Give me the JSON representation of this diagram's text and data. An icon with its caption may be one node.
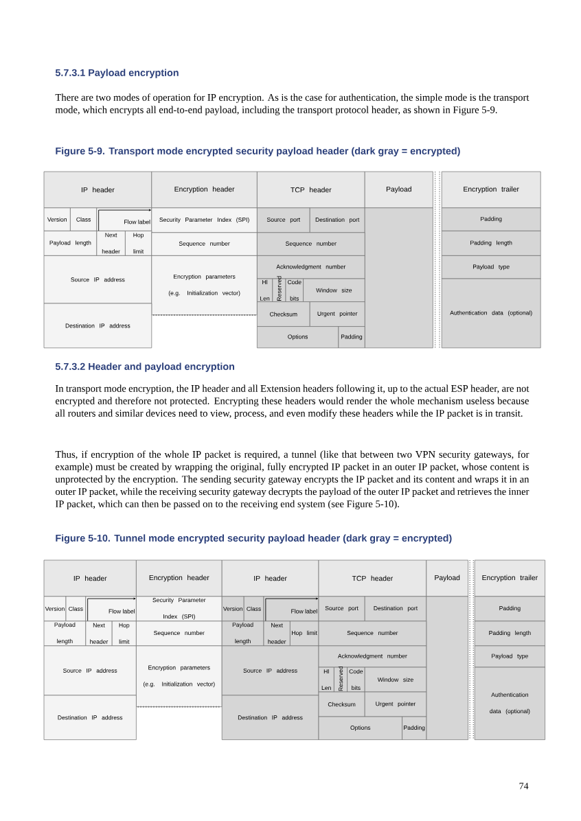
{
  "diagram": {
    "nodes": [
      {
        "text": [
          "IP header"
        ]
      },
      {
        "text": [
          "Encryption header"
        ]
      },
      {
        "text": [
          "TCP header"
        ]
      },
      {
        "text": [
          "Payload"
        ]
      },
      {
        "text": [
          "Encryption trailer"
        ]
      },
      {
        "text": [
          "Version"
        ]
      },
      {
        "text": [
          "Class"
        ]
      },
      {
        "text": [
          "Flow label"
        ]
      },
      {
        "text": [
          "Security Parameter Index (SPI)"
        ]
      },
      {
        "text": [
          "Source port"
        ]
      },
      {
        "text": [
          "Destination port"
        ]
      },
      {
        "text": [],
        "shape": "box"
      },
      {
        "text": [
          "Padding"
        ]
      },
      {
        "text": [
          "Payload length"
        ]
      },
      {
        "text": [
          "Next header"
        ]
      },
      {
        "text": [
          "Hop limit"
        ]
      },
      {
        "text": [
          "Sequence number"
        ]
      },
      {
        "text": [
          "Sequence number"
        ]
      },
      {
        "text": [
          "Padding length"
        ]
      },
      {
        "text": [
          "Source IP address"
        ]
      },
      {
        "text": [
          "Encryption parameters (e.g. Initialization vector)"
        ]
      },
      {
        "text": [
          "Acknowledgment number"
        ]
      },
      {
        "text": [
          "Payload type"
        ]
      },
      {
        "text": [
          "Hl Len"
        ]
      },
      {
        "text": [
          "Reserved"
        ]
      },
      {
        "text": [
          "Code bits"
        ]
      },
      {
        "text": [
          "Window size"
        ]
      },
      {
        "text": [
          "Authentication data (optional)"
        ]
      },
      {
        "text": [
          "Destination IP address"
        ]
      },
      {
        "text": [
          "Checksum"
        ]
      },
      {
        "text": [
          "Urgent pointer"
        ]
      },
      {
        "text": [
          "Options"
        ]
      },
      {
        "text": [
          "Padding"
        ]
      },
      {
        "text": [
          "IP header"
        ]
      },
      {
        "text": [
          "Encryption header"
        ]
      },
      {
        "text": [
          "IP header"
        ]
      },
      {
        "text": [
          "TCP header"
        ]
      },
      {
        "text": [
          "Payload"
        ]
      },
      {
        "text": [
          "Encryption trailer"
        ]
      },
      {
        "text": [
          "Version"
        ]
      },
      {
        "text": [
          "Class"
        ]
      },
      {
        "text": [
          "Flow label"
        ]
      },
      {
        "text": [
          "Security Parameter Index (SPI)"
        ]
      },
      {
        "text": [
          "Version"
        ]
      },
      {
        "text": [
          "Class"
        ]
      },
      {
        "text": [
          "Flow label"
        ]
      },
      {
        "text": [
          "Source port"
        ]
      },
      {
        "text": [
          "Destination port"
        ]
      },
      {
        "text": [],
        "shape": "box"
      },
      {
        "text": [
          "Padding"
        ]
      },
      {
        "text": [
          "Payload length"
        ]
      },
      {
        "text": [
          "Next header"
        ]
      },
      {
        "text": [
          "Hop limit"
        ]
      },
      {
        "text": [
          "Sequence number"
        ]
      },
      {
        "text": [
          "Payload length"
        ]
      },
      {
        "text": [
          "Next header"
        ]
      },
      {
        "text": [
          "Hop limit"
        ]
      },
      {
        "text": [
          "Sequence number"
        ]
      },
      {
        "text": [
          "Padding length"
        ]
      },
      {
        "text": [
          "Source IP address"
        ]
      },
      {
        "text": [
          "Encryption parameters (e.g. Initialization vector)"
        ]
      },
      {
        "text": [
          "Source IP address"
        ]
      },
      {
        "text": [
          "Acknowledgment number"
        ]
      },
      {
        "text": [
          "Payload type"
        ]
      },
      {
        "text": [
          "Hl Len"
        ]
      },
      {
        "text": [
          "Reserved"
        ]
      },
      {
        "text": [
          "Code bits"
        ]
      },
      {
        "text": [
          "Window size"
        ]
      },
      {
        "text": [
          "Authentication data (optional)"
        ]
      },
      {
        "text": [
          "Destination IP address"
        ]
      },
      {
        "text": [
          "Destination IP address"
        ]
      },
      {
        "text": [
          "Checksum"
        ]
      },
      {
        "text": [
          "Urgent pointer"
        ]
      },
      {
        "text": [
          "Options"
        ]
      },
      {
        "text": [
          "Padding"
        ]
      }
    ],
    "edges": [
      {
        "from": 14,
        "to": 8,
        "arrow": "to"
      },
      {
        "from": 51,
        "to": 42,
        "arrow": "to"
      },
      {
        "from": 55,
        "to": 46,
        "arrow": "to"
      }
    ],
    "labels": [
      "5.7.3.1 Payload encryption",
      "There are two modes of operation for IP encryption. As is the case for authentication, the simple mode is the transport mode, which encrypts all end-to-end payload, including the transport protocol header, as shown in Figure 5-9.",
      "Figure 5-9. Transport mode encrypted security payload header (dark gray = encrypted)",
      "5.7.3.2 Header and payload encryption",
      "In transport mode encryption, the IP header and all Extension headers following it, up to the actual ESP header, are not encrypted and therefore not protected. Encrypting these headers would render the whole mechanism useless because all routers and similar devices need to view, process, and even modify these headers while the IP packet is in transit.",
      "Thus, if encryption of the whole IP packet is required, a tunnel (like that between two VPN security gateways, for example) must be created by wrapping the original, fully encrypted IP packet in an outer IP packet, whose content is unprotected by the encryption. The sending security gateway encrypts the IP packet and its content and wraps it in an outer IP packet, while the receiving security gateway decrypts the payload of the outer IP packet and retrieves the inner IP packet, which can then be passed on to the receiving end system (see Figure 5-10).",
      "Figure 5-10. Tunnel mode encrypted security payload header (dark gray = encrypted)",
      "74"
    ]
  }
}
